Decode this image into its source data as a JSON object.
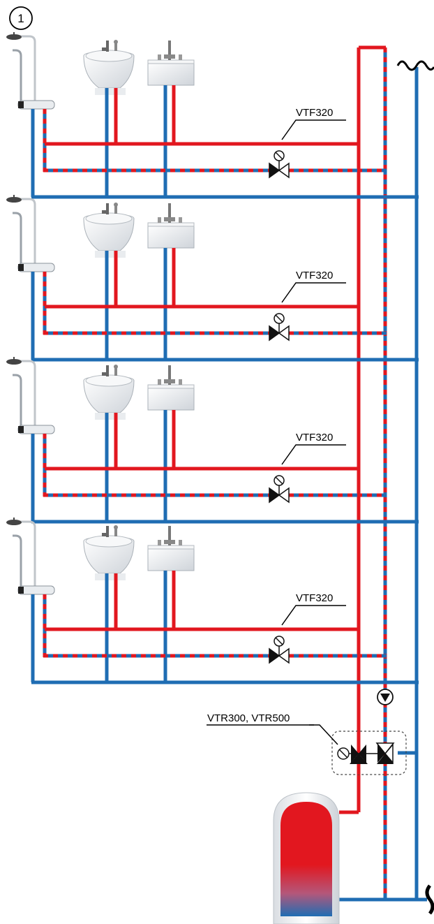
{
  "figure": {
    "number": "1",
    "floor_valve_labels": [
      "VTF320",
      "VTF320",
      "VTF320",
      "VTF320"
    ],
    "mixing_valve_label": "VTR300, VTR500"
  },
  "colors": {
    "hot_water": "#e2171f",
    "cold_water": "#1f6db3",
    "circulation_dash": "#e2171f",
    "valve_fill": "#111111",
    "fixture": "#e9ecef"
  },
  "icons": {
    "mains_supply": "tilde-wave-icon",
    "circulation_pump": "pump-icon",
    "thermostatic_valve": "thermostatic-valve-icon",
    "boiler": "water-heater-icon",
    "shower": "shower-icon",
    "basin": "washbasin-icon",
    "sink": "sink-icon"
  }
}
